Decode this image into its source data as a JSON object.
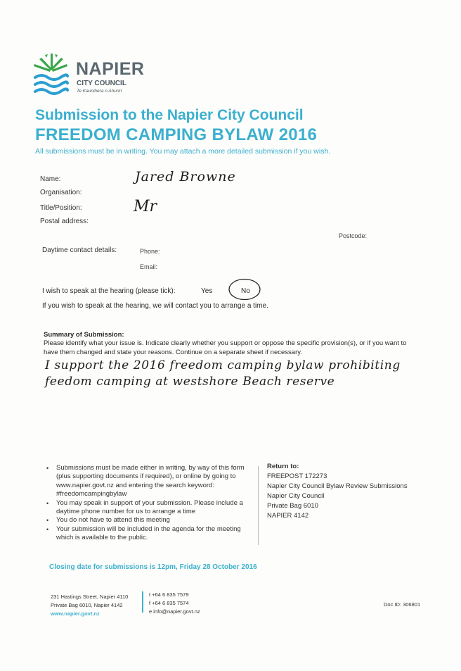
{
  "header": {
    "org_name": "NAPIER",
    "org_sub": "CITY COUNCIL",
    "org_maori": "Te Kaunihera o Ahuriri"
  },
  "title": {
    "line1": "Submission to the Napier City Council",
    "line2": "FREEDOM CAMPING BYLAW 2016",
    "intro": "All submissions must be in writing.  You may attach a more detailed submission if you wish."
  },
  "form": {
    "name_label": "Name:",
    "name_value": "Jared  Browne",
    "organisation_label": "Organisation:",
    "title_label": "Title/Position:",
    "title_value": "Mr",
    "postal_label": "Postal address:",
    "postcode_label": "Postcode:",
    "contact_label": "Daytime contact details:",
    "phone_label": "Phone:",
    "email_label": "Email:"
  },
  "hearing": {
    "question": "I wish to speak at the hearing (please tick):",
    "yes_label": "Yes",
    "no_label": "No",
    "selected": "No",
    "note": "If you wish to speak at the hearing, we will contact you to arrange a time."
  },
  "summary": {
    "heading": "Summary of Submission:",
    "instructions": "Please identify what your issue is. Indicate clearly whether you support or oppose the specific provision(s), or if you want to have them changed and state your reasons. Continue on a separate sheet if necessary.",
    "handwritten": "I support the 2016 freedom camping bylaw prohibiting feedom camping at westshore Beach reserve"
  },
  "notes": [
    "Submissions must be made either in writing, by way of this form (plus supporting documents if required), or online by going to www.napier.govt.nz and entering the search keyword: #freedomcampingbylaw",
    "You may speak in support of your submission. Please include a daytime phone number for us to arrange a time",
    "You do not have to attend this meeting",
    "Your submission will be included in the agenda for the meeting which is available to the public."
  ],
  "return_to": {
    "heading": "Return to:",
    "lines": [
      "FREEPOST 172273",
      "Napier City Council Bylaw Review Submissions",
      "Napier City Council",
      "Private Bag 6010",
      "NAPIER 4142"
    ]
  },
  "closing": "Closing date for submissions is 12pm, Friday 28 October 2016",
  "footer": {
    "address1": "231 Hastings Street, Napier 4110",
    "address2": "Private Bag 6010, Napier 4142",
    "website": "www.napier.govt.nz",
    "phone": "t +64 6 835 7579",
    "fax": "f +64 6 835 7574",
    "email": "e info@napier.govt.nz",
    "doc_id": "Doc ID: 306801"
  },
  "colors": {
    "accent": "#3bb0cf",
    "logo_green": "#3aa64a",
    "logo_blue": "#2a9fd1"
  }
}
